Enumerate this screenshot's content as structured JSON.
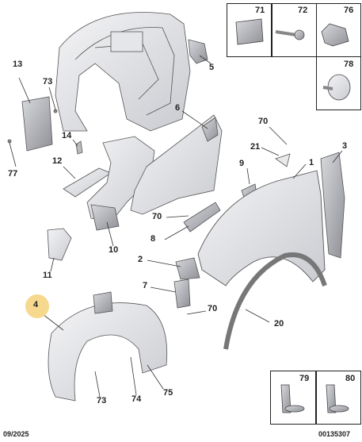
{
  "diagram": {
    "callouts": [
      {
        "id": "c4",
        "label": "4"
      },
      {
        "id": "c2",
        "label": "2"
      },
      {
        "id": "c3",
        "label": "3"
      },
      {
        "id": "c5",
        "label": "5"
      },
      {
        "id": "c6",
        "label": "6"
      },
      {
        "id": "c7",
        "label": "7"
      },
      {
        "id": "c8",
        "label": "8"
      },
      {
        "id": "c9",
        "label": "9"
      },
      {
        "id": "c10",
        "label": "10"
      },
      {
        "id": "c11",
        "label": "11"
      },
      {
        "id": "c12",
        "label": "12"
      },
      {
        "id": "c13",
        "label": "13"
      },
      {
        "id": "c14",
        "label": "14"
      },
      {
        "id": "c1",
        "label": "1"
      },
      {
        "id": "c20",
        "label": "20"
      },
      {
        "id": "c21",
        "label": "21"
      },
      {
        "id": "c70a",
        "label": "70"
      },
      {
        "id": "c70b",
        "label": "70"
      },
      {
        "id": "c70c",
        "label": "70"
      },
      {
        "id": "c73a",
        "label": "73"
      },
      {
        "id": "c73b",
        "label": "73"
      },
      {
        "id": "c74",
        "label": "74"
      },
      {
        "id": "c75",
        "label": "75"
      },
      {
        "id": "c77",
        "label": "77"
      }
    ],
    "fastener_box_top": [
      "71",
      "72",
      "76",
      "78"
    ],
    "fastener_box_bottom": [
      "79",
      "80"
    ],
    "highlight_color": "#f6d98f",
    "footer": {
      "date": "09/2025",
      "reference": "00135307"
    }
  }
}
